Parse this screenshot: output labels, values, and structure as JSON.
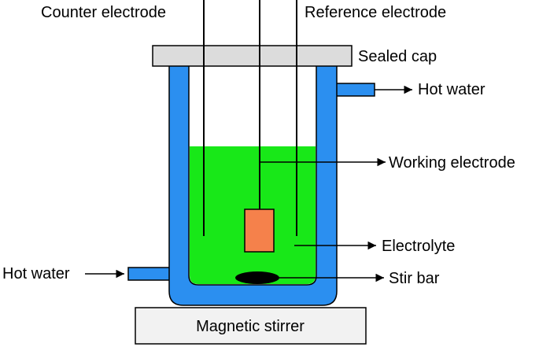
{
  "labels": {
    "counter_electrode": "Counter electrode",
    "reference_electrode": "Reference electrode",
    "sealed_cap": "Sealed cap",
    "hot_water_out": "Hot water",
    "working_electrode": "Working electrode",
    "electrolyte": "Electrolyte",
    "hot_water_in": "Hot water",
    "stir_bar": "Stir bar",
    "magnetic_stirrer": "Magnetic stirrer"
  },
  "colors": {
    "jacket": "#2b8ff0",
    "electrolyte": "#18e818",
    "working_electrode_plate": "#f5814b",
    "cap": "#dcdcdc",
    "stirrer": "#f2f2f2",
    "stir_bar": "#000000",
    "outline": "#000000"
  }
}
